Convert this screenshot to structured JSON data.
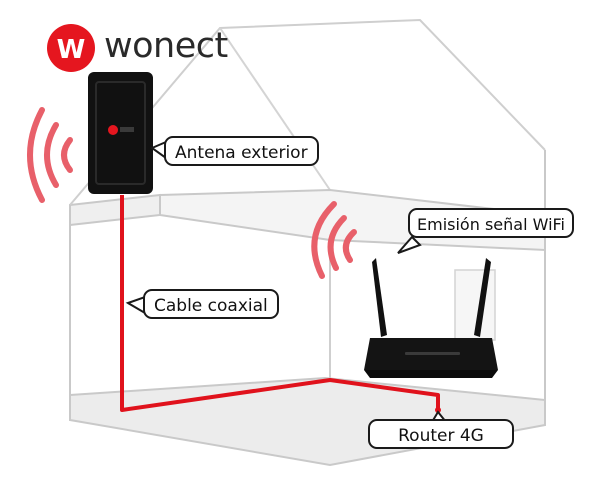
{
  "brand": {
    "logo_letter": "W",
    "name": "wonect",
    "color": "#e5161f"
  },
  "labels": {
    "antenna": "Antena exterior",
    "cable": "Cable coaxial",
    "wifi": "Emisión señal WiFi",
    "router": "Router 4G"
  },
  "colors": {
    "cable": "#e0121c",
    "signal": "#e8606a",
    "house_line": "#c9c9c9",
    "house_fill": "#f2f2f2",
    "device": "#111111"
  }
}
